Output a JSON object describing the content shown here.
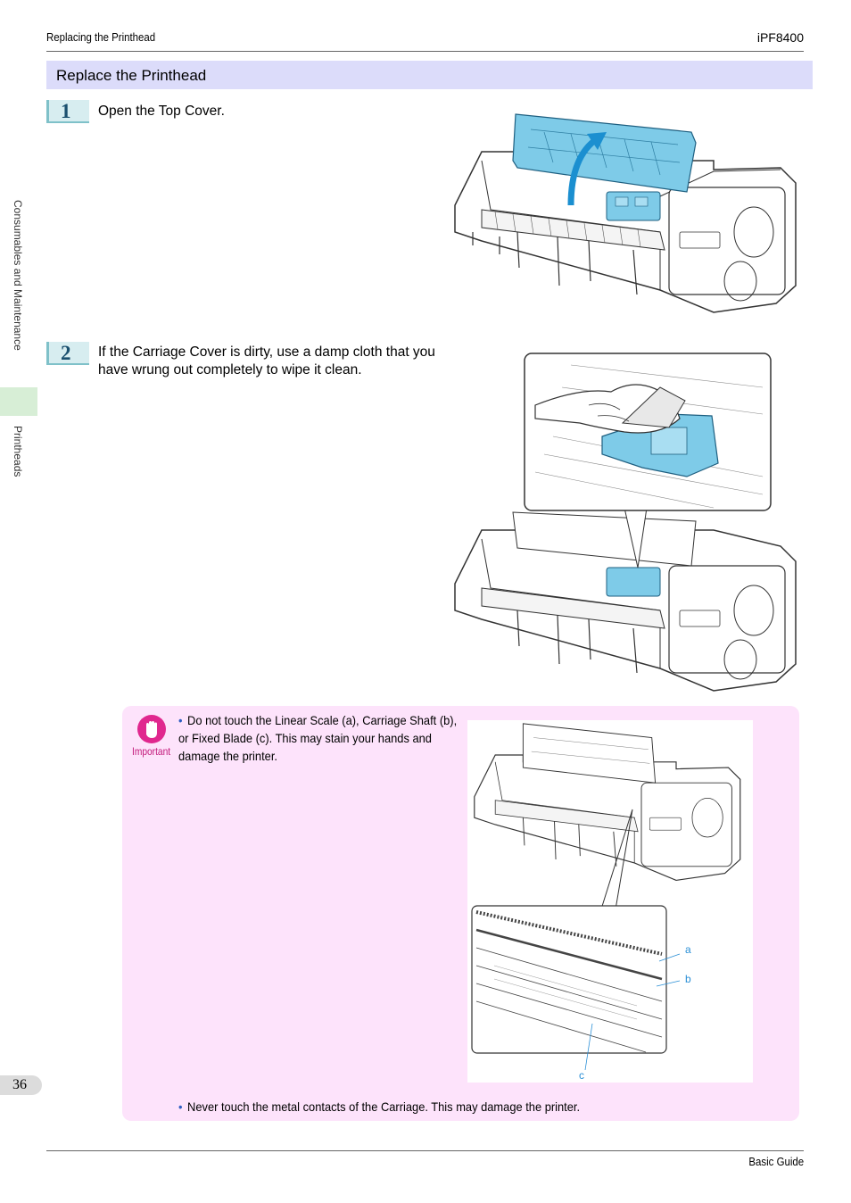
{
  "header": {
    "section": "Replacing the Printhead",
    "model": "iPF8400"
  },
  "section": {
    "title": "Replace the Printhead"
  },
  "side_tabs": {
    "chapter": "Consumables and Maintenance",
    "subsection": "Printheads"
  },
  "steps": [
    {
      "number": "1",
      "text": "Open the Top Cover."
    },
    {
      "number": "2",
      "text": "If the Carriage Cover is dirty, use a damp cloth that you have wrung out completely to wipe it clean."
    }
  ],
  "important": {
    "label": "Important",
    "bullets": [
      "Do not touch the Linear Scale (a), Carriage Shaft (b), or Fixed Blade (c). This may stain your hands and damage the printer.",
      "Never touch the metal contacts of the Carriage. This may damage the printer."
    ],
    "callouts": [
      "a",
      "b",
      "c"
    ]
  },
  "footer": {
    "page": "36",
    "guide": "Basic Guide"
  },
  "colors": {
    "accent_blue": "#7ecbe8",
    "important_bg": "#fde3fb",
    "important_icon": "#e0278e",
    "section_bar": "#dcdcfa"
  }
}
